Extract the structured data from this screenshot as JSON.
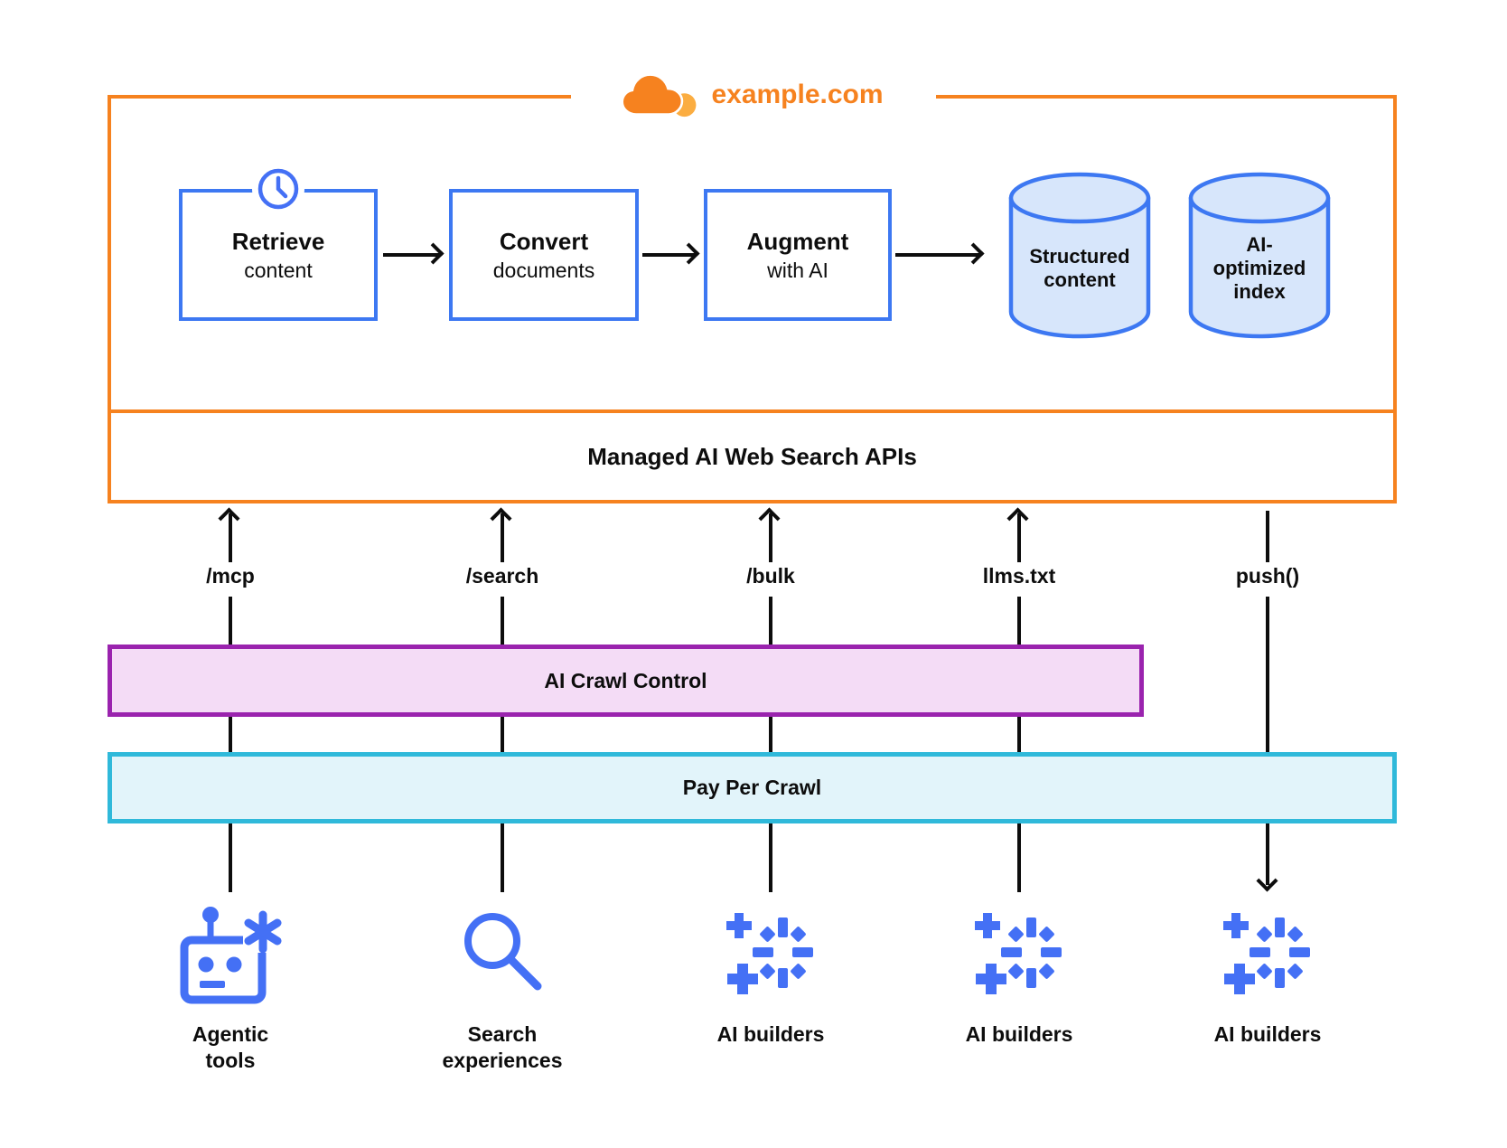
{
  "header": {
    "domain": "example.com",
    "logo_icon": "cloudflare-cloud-icon"
  },
  "pipeline": {
    "steps": [
      {
        "title": "Retrieve",
        "subtitle": "content",
        "icon": "clock-icon"
      },
      {
        "title": "Convert",
        "subtitle": "documents"
      },
      {
        "title": "Augment",
        "subtitle": "with AI"
      }
    ],
    "stores": [
      {
        "label": "Structured content",
        "icon": "database-cylinder-icon"
      },
      {
        "label": "AI-optimized index",
        "icon": "database-cylinder-icon"
      }
    ]
  },
  "api_bar": {
    "label": "Managed AI Web Search APIs"
  },
  "endpoints": [
    "/mcp",
    "/search",
    "/bulk",
    "llms.txt",
    "push()"
  ],
  "layers": [
    {
      "label": "AI Crawl Control"
    },
    {
      "label": "Pay Per Crawl"
    }
  ],
  "consumers": [
    {
      "label": "Agentic tools",
      "icon": "robot-icon"
    },
    {
      "label": "Search experiences",
      "icon": "search-icon"
    },
    {
      "label": "AI builders",
      "icon": "ai-sparkle-icon"
    },
    {
      "label": "AI builders",
      "icon": "ai-sparkle-icon"
    },
    {
      "label": "AI builders",
      "icon": "ai-sparkle-icon"
    }
  ],
  "colors": {
    "brand_orange": "#F6821F",
    "brand_orange_light": "#FBAD41",
    "blue_border": "#3D78F2",
    "icon_blue": "#4470F5",
    "cylinder_fill": "#D7E6FB",
    "purple_border": "#9A23AE",
    "purple_fill": "#F4DCF6",
    "cyan_border": "#2FB9DA",
    "cyan_fill": "#E2F4FA",
    "text": "#0D0D0D"
  }
}
